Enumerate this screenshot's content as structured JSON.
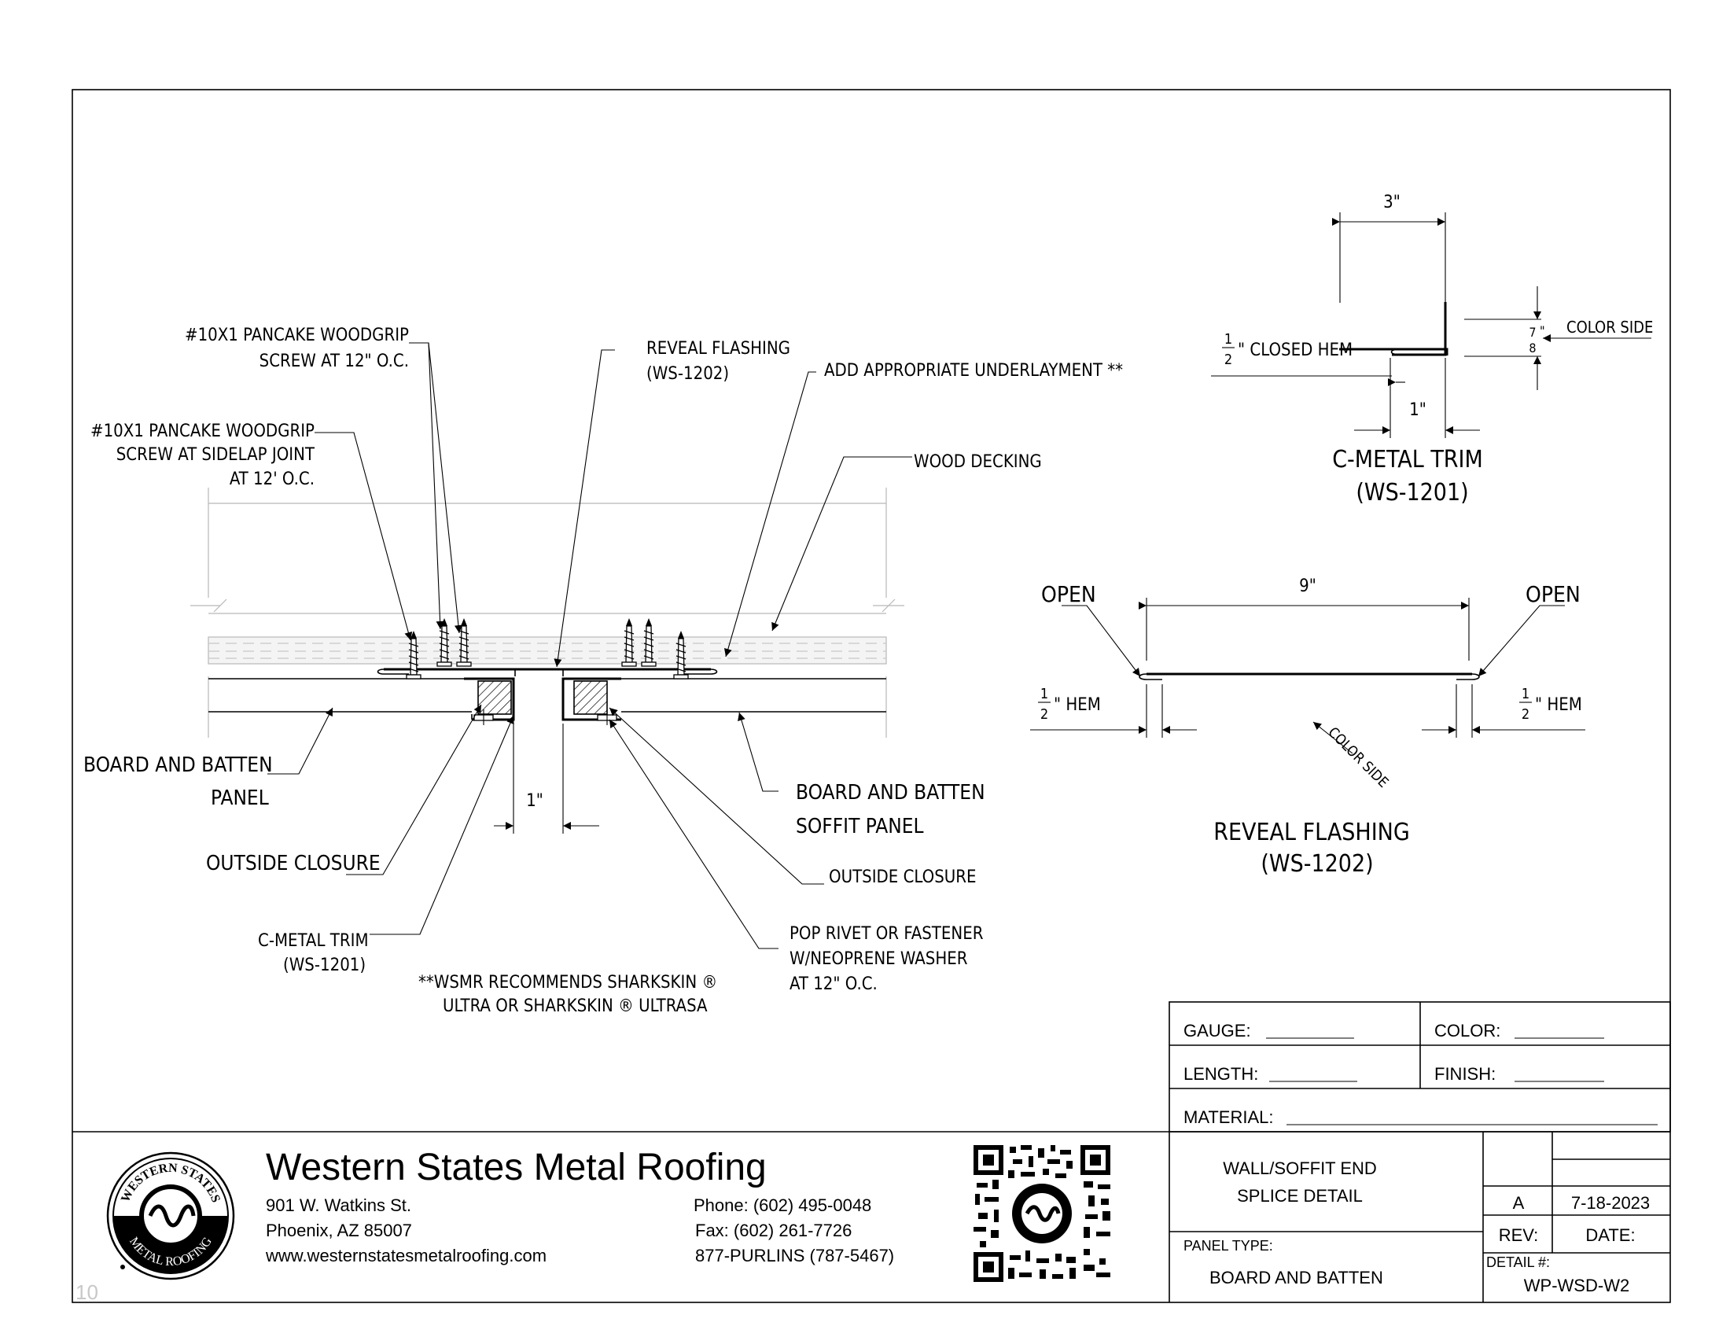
{
  "main_detail": {
    "labels": {
      "screw_12oc_line1": "#10X1 PANCAKE WOODGRIP",
      "screw_12oc_line2": "SCREW AT 12\" O.C.",
      "screw_sidelap_line1": "#10X1 PANCAKE WOODGRIP",
      "screw_sidelap_line2": "SCREW AT SIDELAP JOINT",
      "screw_sidelap_line3": "AT 12' O.C.",
      "reveal_flashing_line1": "REVEAL FLASHING",
      "reveal_flashing_line2": "(WS-1202)",
      "underlayment": "ADD APPROPRIATE UNDERLAYMENT **",
      "wood_decking": "WOOD DECKING",
      "board_batten_panel_line1": "BOARD AND BATTEN",
      "board_batten_panel_line2": "PANEL",
      "outside_closure_left": "OUTSIDE CLOSURE",
      "c_metal_trim_line1": "C-METAL TRIM",
      "c_metal_trim_line2": "(WS-1201)",
      "gap_dim": "1\"",
      "soffit_panel_line1": "BOARD AND BATTEN",
      "soffit_panel_line2": "SOFFIT PANEL",
      "outside_closure_right": "OUTSIDE CLOSURE",
      "pop_rivet_line1": "POP RIVET OR FASTENER",
      "pop_rivet_line2": "W/NEOPRENE WASHER",
      "pop_rivet_line3": "AT 12\" O.C.",
      "note_line1": "**WSMR RECOMMENDS SHARKSKIN ®",
      "note_line2": "ULTRA OR SHARKSKIN ® ULTRASA"
    }
  },
  "c_metal_trim_detail": {
    "dim_width": "3\"",
    "hem_num": "1",
    "hem_den": "2",
    "hem_text": "\" CLOSED HEM",
    "dim_depth_num": "7",
    "dim_depth_den": "8",
    "dim_depth_mark": "\"",
    "color_side": "COLOR SIDE",
    "dim_leg": "1\"",
    "title": "C-METAL TRIM",
    "subtitle": "(WS-1201)"
  },
  "reveal_flashing_detail": {
    "open_left": "OPEN",
    "open_right": "OPEN",
    "dim_width": "9\"",
    "hem_num": "1",
    "hem_den": "2",
    "hem_text": "\" HEM",
    "color_side": "COLOR SIDE",
    "title": "REVEAL FLASHING",
    "subtitle": "(WS-1202)"
  },
  "spec_block": {
    "gauge_label": "GAUGE:",
    "color_label": "COLOR:",
    "length_label": "LENGTH:",
    "finish_label": "FINISH:",
    "material_label": "MATERIAL:"
  },
  "company": {
    "name": "Western States Metal Roofing",
    "address_line1": "901 W. Watkins St.",
    "address_line2": "Phoenix, AZ 85007",
    "website": "www.westernstatesmetalroofing.com",
    "phone": "Phone: (602) 495-0048",
    "fax": "Fax: (602) 261-7726",
    "tollfree": "877-PURLINS (787-5467)",
    "logo_text_top": "WESTERN STATES",
    "logo_text_bottom": "METAL ROOFING",
    "page_number": "10"
  },
  "title_block": {
    "title_line1": "WALL/SOFFIT END",
    "title_line2": "SPLICE DETAIL",
    "panel_type_label": "PANEL TYPE:",
    "panel_type_value": "BOARD AND BATTEN",
    "rev_value": "A",
    "date_value": "7-18-2023",
    "rev_label": "REV:",
    "date_label": "DATE:",
    "detail_label": "DETAIL #:",
    "detail_value": "WP-WSD-W2"
  }
}
